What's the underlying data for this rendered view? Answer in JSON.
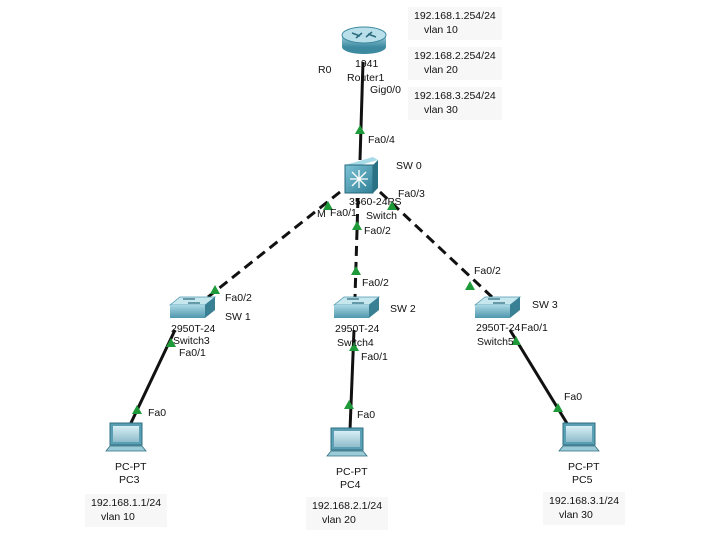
{
  "devices": {
    "router": {
      "label": "R0",
      "model": "1941",
      "name": "Router1"
    },
    "core_switch": {
      "label": "SW 0",
      "model": "3560-24PS",
      "name": "Switch"
    },
    "sw1": {
      "label": "SW 1",
      "model": "2950T-24",
      "name": "Switch3"
    },
    "sw2": {
      "label": "SW 2",
      "model": "2950T-24",
      "name": "Switch4"
    },
    "sw3": {
      "label": "SW 3",
      "model": "2950T-24",
      "name": "Switch5"
    },
    "pc3": {
      "type": "PC-PT",
      "name": "PC3"
    },
    "pc4": {
      "type": "PC-PT",
      "name": "PC4"
    },
    "pc5": {
      "type": "PC-PT",
      "name": "PC5"
    }
  },
  "ports": {
    "router_gig": "Gig0/0",
    "core_fa04": "Fa0/4",
    "core_fa01": "Fa0/1",
    "core_fa02": "Fa0/2",
    "core_fa03": "Fa0/3",
    "core_m": "M",
    "sw1_fa02": "Fa0/2",
    "sw1_fa01": "Fa0/1",
    "sw2_fa02": "Fa0/2",
    "sw2_fa01": "Fa0/1",
    "sw3_fa02": "Fa0/2",
    "sw3_fa01": "Fa0/1",
    "pc3_fa0": "Fa0",
    "pc4_fa0": "Fa0",
    "pc5_fa0": "Fa0"
  },
  "router_notes": [
    {
      "ip": "192.168.1.254/24",
      "vlan": "vlan 10"
    },
    {
      "ip": "192.168.2.254/24",
      "vlan": "vlan 20"
    },
    {
      "ip": "192.168.3.254/24",
      "vlan": "vlan 30"
    }
  ],
  "pc_notes": {
    "pc3": {
      "ip": "192.168.1.1/24",
      "vlan": "vlan 10"
    },
    "pc4": {
      "ip": "192.168.2.1/24",
      "vlan": "vlan 20"
    },
    "pc5": {
      "ip": "192.168.3.1/24",
      "vlan": "vlan 30"
    }
  },
  "colors": {
    "link": "#111111",
    "link_up": "#1f9a3a",
    "note_bg": "#f7f7f7",
    "device_teal": "#3f8fa3"
  }
}
